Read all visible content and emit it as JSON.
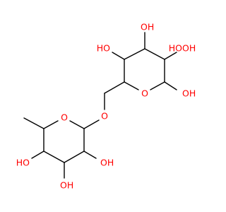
{
  "molecule": {
    "colors": {
      "bond": "#000000",
      "oxygen": "#ff0000",
      "background": "#ffffff"
    },
    "atoms": [
      {
        "id": "OH1",
        "element": "O",
        "label": "HO"
      },
      {
        "id": "OH2",
        "element": "O",
        "label": "OH"
      },
      {
        "id": "OH3",
        "element": "O",
        "label": "HO"
      },
      {
        "id": "OH4",
        "element": "O",
        "label": "OH"
      },
      {
        "id": "O_ring1",
        "element": "O",
        "label": "O"
      },
      {
        "id": "OH5",
        "element": "O",
        "label": "OH"
      },
      {
        "id": "O_link",
        "element": "O",
        "label": "O"
      },
      {
        "id": "O_ring2",
        "element": "O",
        "label": "O"
      },
      {
        "id": "OH6",
        "element": "O",
        "label": "HO"
      },
      {
        "id": "OH7",
        "element": "O",
        "label": "OH"
      },
      {
        "id": "OH8",
        "element": "O",
        "label": "OH"
      }
    ]
  }
}
